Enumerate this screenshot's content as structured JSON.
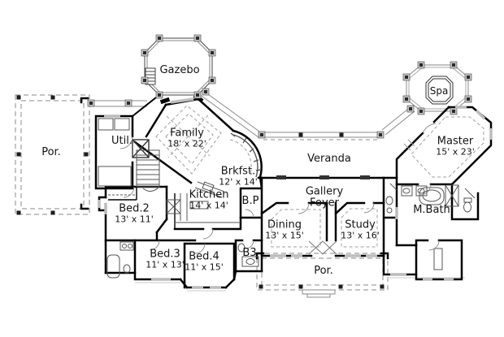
{
  "plan_type": "floor-plan",
  "rooms": {
    "por_left": {
      "name": "Por."
    },
    "gazebo": {
      "name": "Gazebo"
    },
    "util": {
      "name": "Util."
    },
    "family": {
      "name": "Family",
      "dims": "18' x 22'"
    },
    "brkfst": {
      "name": "Brkfst.",
      "dims": "12' x 14'"
    },
    "kitchen": {
      "name": "Kitchen",
      "dims": "14' x 14'"
    },
    "bp": {
      "name": "B.P"
    },
    "veranda": {
      "name": "Veranda"
    },
    "spa": {
      "name": "Spa"
    },
    "master": {
      "name": "Master",
      "dims": "15' x 23'"
    },
    "mbath": {
      "name": "M.Bath"
    },
    "gallery_foyer": {
      "line1": "Gallery",
      "line2": "Foyer"
    },
    "dining": {
      "name": "Dining",
      "dims": "13' x 15'"
    },
    "study": {
      "name": "Study",
      "dims": "13' x 16'"
    },
    "bed2": {
      "name": "Bed.2",
      "dims": "13' x 11'"
    },
    "bed3": {
      "name": "Bed.3",
      "dims": "11' x 13'"
    },
    "bed4": {
      "name": "Bed.4",
      "dims": "11' x 15'"
    },
    "b3": {
      "name": "B3"
    },
    "por_bottom": {
      "name": "Por."
    }
  },
  "colors": {
    "wall": "#000000",
    "porch_line": "#8a8a8a",
    "ceiling_dash": "#9f9f9f",
    "window": "#bcbcbc",
    "post_gray": "#c6c6c6",
    "post_dark": "#222222"
  }
}
